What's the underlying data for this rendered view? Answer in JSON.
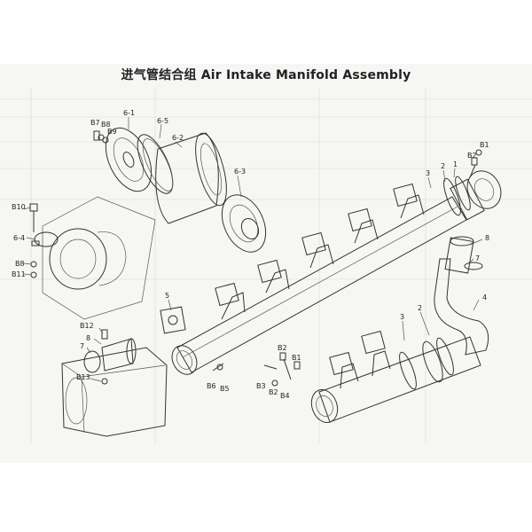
{
  "title": "进气管结合组 Air Intake Manifold Assembly",
  "labels": {
    "l_6_1": "6-1",
    "l_6_5": "6-5",
    "l_6_2": "6-2",
    "l_6_3": "6-3",
    "l_6_4": "6-4",
    "l_B7": "B7",
    "l_B8a": "B8",
    "l_B9": "B9",
    "l_B10": "B10",
    "l_B8b": "B8",
    "l_B11": "B11",
    "l_B1a": "B1",
    "l_B2a": "B2",
    "l_1a": "1",
    "l_2a": "2",
    "l_3a": "3",
    "l_8a": "8",
    "l_7a": "7",
    "l_4": "4",
    "l_5": "5",
    "l_B12": "B12",
    "l_8b": "8",
    "l_7b": "7",
    "l_B13": "B13",
    "l_B6": "B6",
    "l_B5": "B5",
    "l_B3": "B3",
    "l_B2b": "B2",
    "l_B4": "B4",
    "l_B2c": "B2",
    "l_B1b": "B1",
    "l_3b": "3",
    "l_2b": "2"
  },
  "colors": {
    "line": "#333333",
    "paper": "#f6f6f4"
  }
}
